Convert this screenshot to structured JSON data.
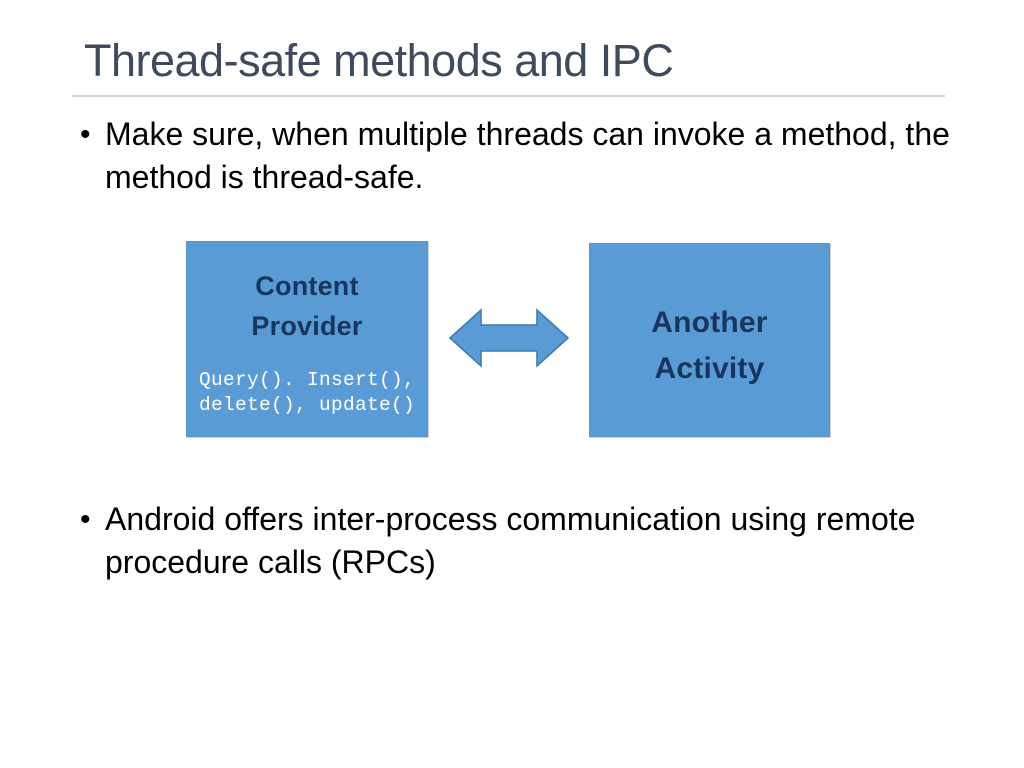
{
  "slide": {
    "title": "Thread-safe methods and IPC",
    "background_color": "#FFFFFF",
    "title_color": "#3F4A5C",
    "rule_color": "#D2D2D2"
  },
  "bullets": [
    {
      "marker": "•",
      "text": "Make sure, when multiple threads can invoke a method, the method is thread-safe."
    },
    {
      "marker": "•",
      "text": "Android offers inter-process communication using remote procedure calls (RPCs)"
    }
  ],
  "diagram": {
    "box_fill_color": "#5B9BD5",
    "box_text_color": "#17365D",
    "code_text_color": "#FFFFFF",
    "arrow_fill_color": "#5B9BD5",
    "arrow_stroke_color": "#3E7CB0",
    "content_provider": {
      "title_line_1": "Content",
      "title_line_2": "Provider",
      "code_line_1": "Query(). Insert(),",
      "code_line_2": "delete(), update()"
    },
    "another_activity": {
      "title_line_1": "Another",
      "title_line_2": "Activity"
    },
    "connector": {
      "icon": "double-headed-arrow",
      "direction": "bidirectional"
    }
  }
}
